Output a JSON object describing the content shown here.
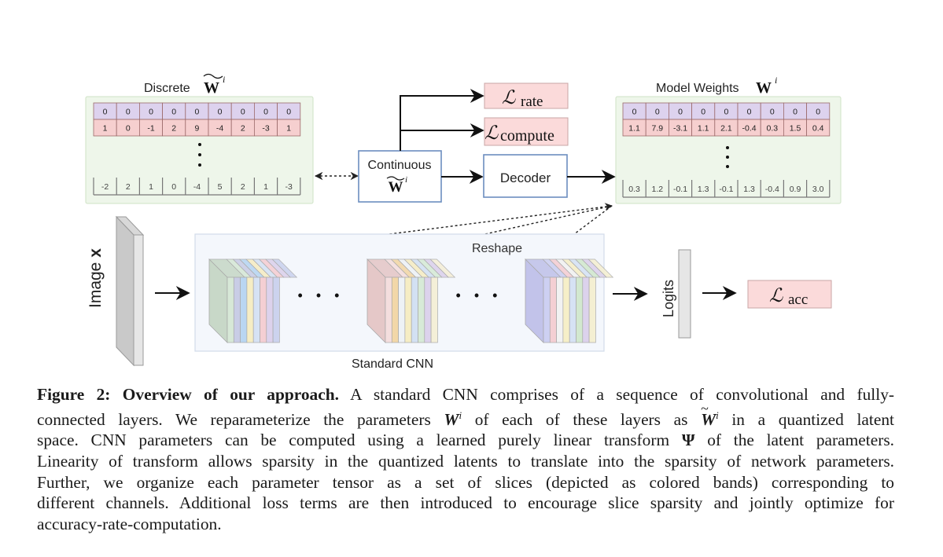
{
  "figure": {
    "discrete_panel": {
      "title_prefix": "Discrete",
      "title_math": "W",
      "title_sup": "i",
      "row_zero": [
        "0",
        "0",
        "0",
        "0",
        "0",
        "0",
        "0",
        "0",
        "0"
      ],
      "row_one": [
        "1",
        "0",
        "-1",
        "2",
        "9",
        "-4",
        "2",
        "-3",
        "1"
      ],
      "row_last": [
        "-2",
        "2",
        "1",
        "0",
        "-4",
        "5",
        "2",
        "1",
        "-3"
      ]
    },
    "continuous_box": {
      "label": "Continuous",
      "math": "W",
      "sup": "i"
    },
    "decoder_box": {
      "label": "Decoder"
    },
    "loss_rate": {
      "symbol": "ℒ",
      "sub": "rate"
    },
    "loss_compute": {
      "symbol": "ℒ",
      "sub": "compute"
    },
    "loss_acc": {
      "symbol": "ℒ",
      "sub": "acc"
    },
    "model_panel": {
      "title_prefix": "Model Weights",
      "title_math": "W",
      "title_sup": "i",
      "row_zero": [
        "0",
        "0",
        "0",
        "0",
        "0",
        "0",
        "0",
        "0",
        "0"
      ],
      "row_one": [
        "1.1",
        "7.9",
        "-3.1",
        "1.1",
        "2.1",
        "-0.4",
        "0.3",
        "1.5",
        "0.4"
      ],
      "row_last": [
        "0.3",
        "1.2",
        "-0.1",
        "1.3",
        "-0.1",
        "1.3",
        "-0.4",
        "0.9",
        "3.0"
      ]
    },
    "image_label": "Image",
    "image_math": "x",
    "reshape_label": "Reshape",
    "cnn_label": "Standard CNN",
    "logits_label": "Logits",
    "ellipsis": "• • •",
    "colors": {
      "panel_bg": "#eef6ea",
      "panel_border": "#cfe3c6",
      "row_zero_bg": "#ddd2ee",
      "row_one_bg": "#f6cfcf",
      "table_border": "#9b6a6a",
      "loss_bg": "#fbdada",
      "loss_border": "#c9a5a5",
      "box_border": "#6c8ebf",
      "cnn_bg": "#f4f7fc",
      "cnn_border": "#d3dcea"
    },
    "cubes": [
      {
        "front": "#c8d8c8",
        "bands": [
          "#d7e8d7",
          "#c9cde6",
          "#b9d6f2",
          "#f6edc4",
          "#d6e2f4",
          "#f4cfd3",
          "#dcd2ec",
          "#ccd3ee"
        ]
      },
      {
        "front": "#e5c8c8",
        "bands": [
          "#f4dede",
          "#f2d7a8",
          "#eef2f6",
          "#f6edc4",
          "#d3e1f3",
          "#d7ead7",
          "#dcd2ec",
          "#f4efd8"
        ]
      },
      {
        "front": "#c2c3ea",
        "bands": [
          "#cdd0f2",
          "#f4cfd3",
          "#f2f2f2",
          "#f6efc8",
          "#d6e2f4",
          "#d2e8cf",
          "#dcd2ec",
          "#f4efd2"
        ]
      }
    ]
  },
  "caption": {
    "bold_lead": "Figure 2: Overview of our approach.",
    "lines": [
      " A standard CNN comprises of a sequence of convolutional and fully-",
      "connected layers. We reparameterize the parameters |W| of each of these layers as |~W| in a quantized latent",
      "space. CNN parameters can be computed using a learned purely linear transform |Ψ| of the latent parameters.",
      "Linearity of transform allows sparsity in the quantized latents to translate into the sparsity of network parameters.",
      "Further, we organize each parameter tensor as a set of slices (depicted as colored bands) corresponding to",
      "different channels. Additional loss terms are then introduced to encourage slice sparsity and jointly optimize for",
      "accuracy-rate-computation."
    ],
    "line2_parts": [
      "connected layers. We reparameterize the parameters ",
      "W",
      "i",
      " of each of these layers as ",
      "W",
      "i",
      " in a quantized latent"
    ],
    "line3_parts": [
      "space. CNN parameters can be computed using a learned purely linear transform ",
      "Ψ",
      " of the latent parameters."
    ]
  }
}
